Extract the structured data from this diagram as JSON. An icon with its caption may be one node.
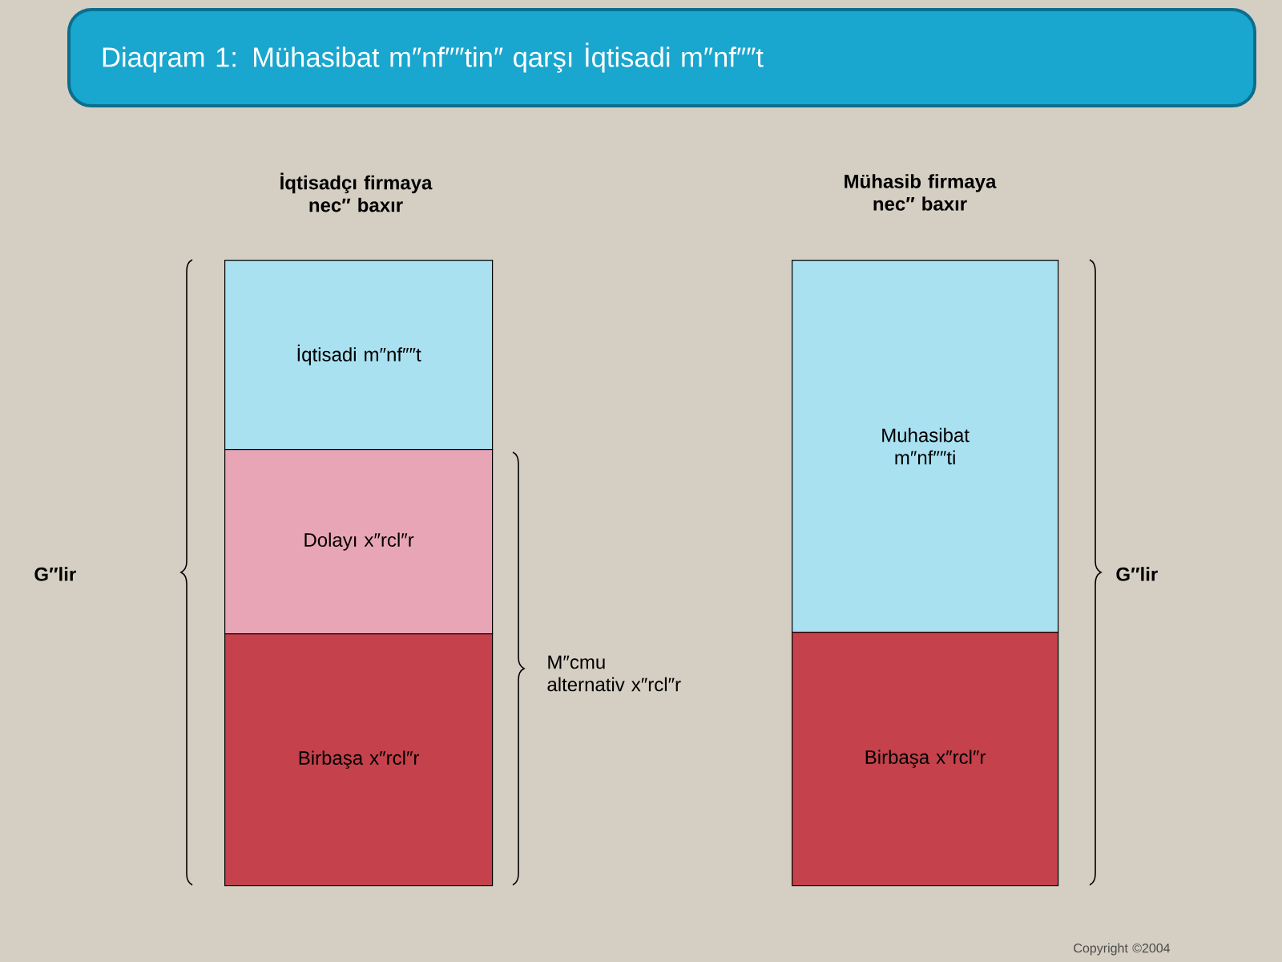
{
  "diagram": {
    "title": "Diaqram 1: Mühasibat m″nf″″tin″ qarşı İqtisadi m″nf″″t",
    "nodes": [
      {
        "text": [
          "İqtisadi m″nf″″t"
        ]
      },
      {
        "text": [
          "Dolayı x″rcl″r"
        ]
      },
      {
        "text": [
          "Birbaşa x″rcl″r"
        ]
      },
      {
        "text": [
          "Muhasibat m″nf″″ti"
        ]
      },
      {
        "text": [
          "Birbaşa x″rcl″r"
        ]
      }
    ],
    "edges": [],
    "labels": [
      "İqtisadçı firmaya nec″ baxır",
      "Mühasib firmaya nec″ baxır",
      "G″lir",
      "M″cmu alternativ x″rcl″r",
      "G″lir",
      "Copyright ©2004"
    ]
  }
}
